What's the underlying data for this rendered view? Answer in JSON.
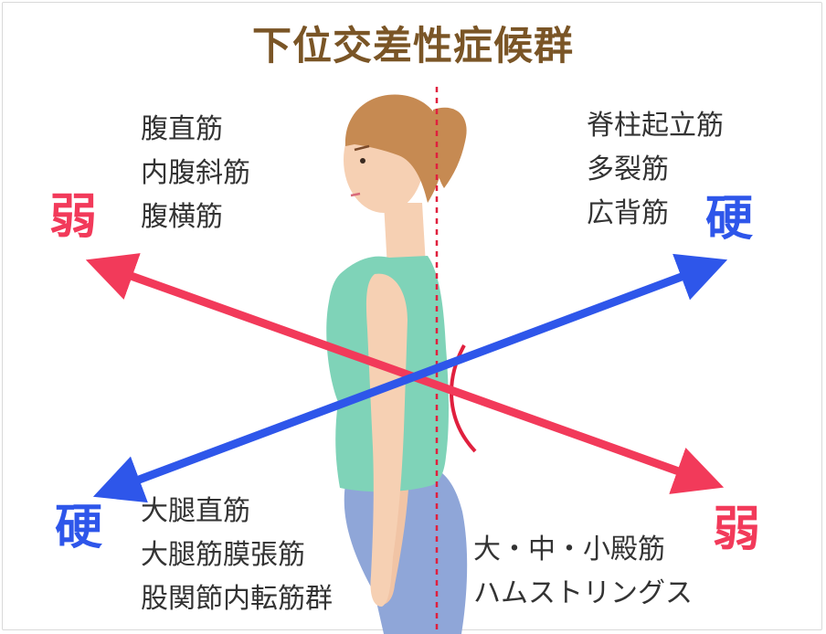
{
  "title": "下位交差性症候群",
  "labels": {
    "weak": "弱",
    "stiff": "硬"
  },
  "groups": {
    "upper_left": [
      "腹直筋",
      "内腹斜筋",
      "腹横筋"
    ],
    "upper_right": [
      "脊柱起立筋",
      "多裂筋",
      "広背筋"
    ],
    "lower_left": [
      "大腿直筋",
      "大腿筋膜張筋",
      "股関節内転筋群"
    ],
    "lower_right": [
      "大・中・小殿筋",
      "ハムストリングス"
    ]
  },
  "colors": {
    "weak": "#f23a5a",
    "stiff": "#2e56ea",
    "title": "#7a5526",
    "text": "#333333",
    "tank_top": "#7fd3b8",
    "pants": "#8fa6d8",
    "skin": "#f6d0b3",
    "hair": "#c68a52",
    "plumb_line": "#e0203e"
  }
}
